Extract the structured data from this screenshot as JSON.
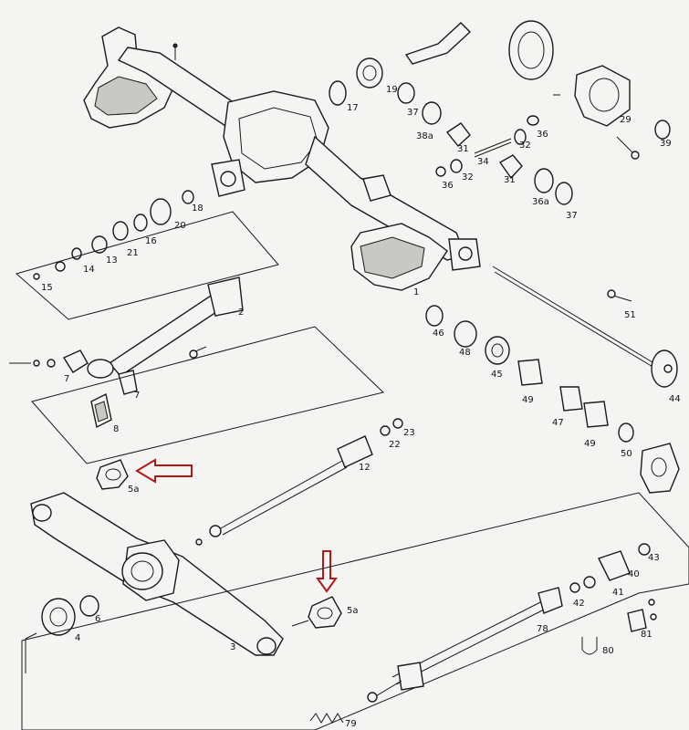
{
  "diagram": {
    "labels": {
      "p1": "1",
      "p2": "2",
      "p3": "3",
      "p4": "4",
      "p5a_upper": "5a",
      "p5a_lower": "5a",
      "p6": "6",
      "p7a": "7",
      "p7b": "7",
      "p8": "8",
      "p12": "12",
      "p13": "13",
      "p14": "14",
      "p15": "15",
      "p16": "16",
      "p17": "17",
      "p18": "18",
      "p19": "19",
      "p20": "20",
      "p21": "21",
      "p22": "22",
      "p23": "23",
      "p29": "29",
      "p31a": "31",
      "p31b": "31",
      "p32a": "32",
      "p32b": "32",
      "p34": "34",
      "p36a": "36",
      "p36b": "36",
      "p36a_washer": "36a",
      "p37a": "37",
      "p37b": "37",
      "p38a": "38a",
      "p39": "39",
      "p40": "40",
      "p41": "41",
      "p42": "42",
      "p43": "43",
      "p44": "44",
      "p45": "45",
      "p46": "46",
      "p47": "47",
      "p48": "48",
      "p49a": "49",
      "p49b": "49",
      "p50": "50",
      "p51": "51",
      "p78": "78",
      "p79": "79",
      "p80": "80",
      "p81": "81"
    },
    "annotation_color": "#b01818"
  }
}
